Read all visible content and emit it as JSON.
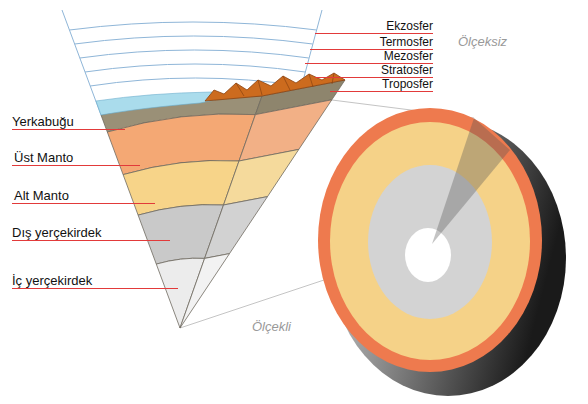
{
  "diagram": {
    "labels": [
      "Ekzosfer",
      "Termosfer",
      "Mezosfer",
      "Stratosfer",
      "Troposfer",
      "Ölçeksiz",
      "Yerkabuğu",
      "Üst Manto",
      "Alt Manto",
      "Dış yerçekirdek",
      "İç yerçekirdek",
      "Ölçekli"
    ]
  }
}
